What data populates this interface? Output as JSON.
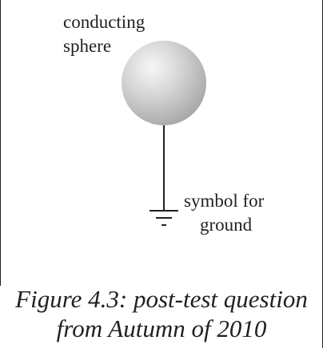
{
  "diagram": {
    "sphere_label": [
      "conducting",
      "sphere"
    ],
    "ground_label": [
      "symbol for",
      "ground"
    ],
    "sphere_color": "#c8c8c8",
    "line_color": "#231f20"
  },
  "caption": [
    "Figure 4.3: post-test question",
    "from Autumn of 2010"
  ]
}
